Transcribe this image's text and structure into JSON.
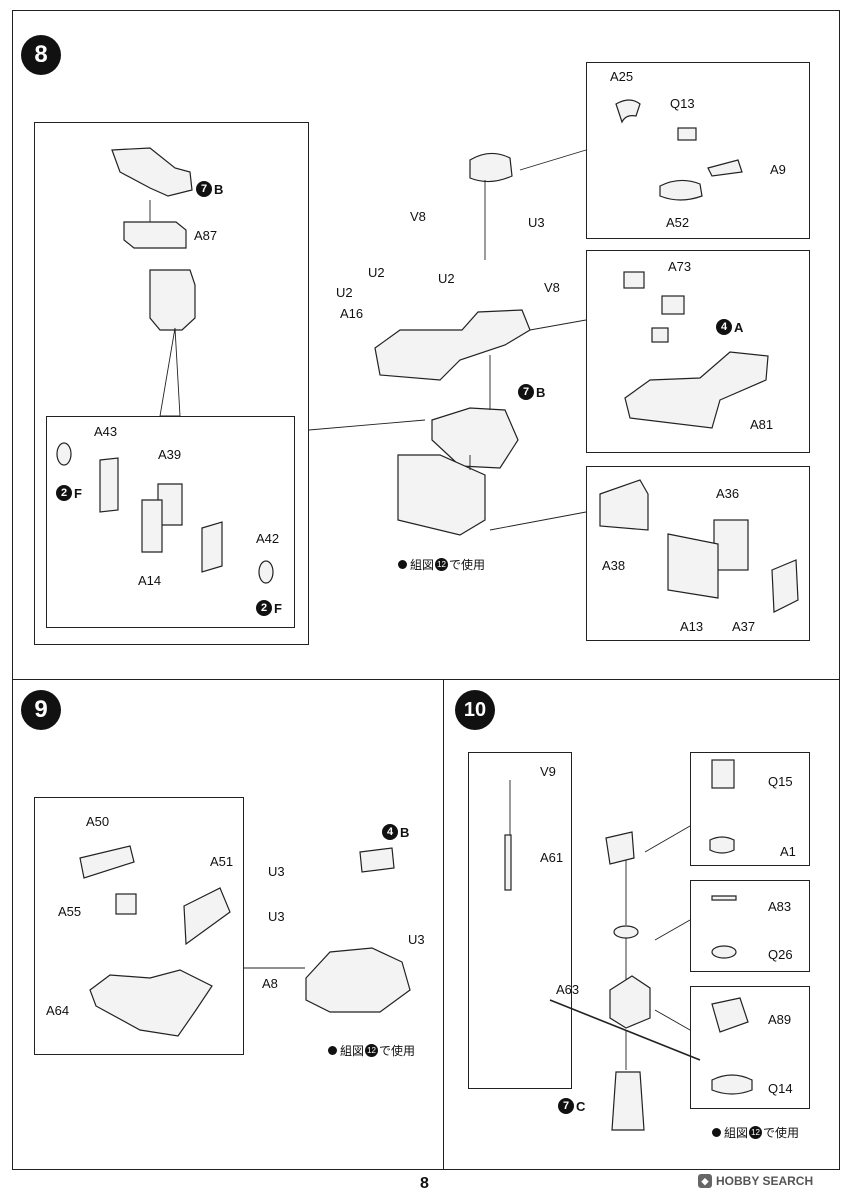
{
  "page": {
    "number": "8",
    "watermark": "HOBBY SEARCH",
    "watermark_icon": "hobby-search-logo-icon"
  },
  "step8": {
    "number": "8",
    "left_labels": {
      "a87": "A87",
      "a43": "A43",
      "a39": "A39",
      "a42": "A42",
      "a14": "A14"
    },
    "refs": {
      "r7b_left": {
        "num": "7",
        "letter": "B"
      },
      "r2f_top": {
        "num": "2",
        "letter": "F"
      },
      "r2f_bottom": {
        "num": "2",
        "letter": "F"
      }
    },
    "center_labels": {
      "v8a": "V8",
      "u3": "U3",
      "u2a": "U2",
      "u2b": "U2",
      "u2c": "U2",
      "v8b": "V8",
      "a16": "A16"
    },
    "center_ref": {
      "num": "7",
      "letter": "B"
    },
    "note": {
      "prefix": "組図",
      "step": "12",
      "suffix": "で使用"
    },
    "top_right": {
      "a25": "A25",
      "q13": "Q13",
      "a9": "A9",
      "a52": "A52"
    },
    "mid_right": {
      "a73": "A73",
      "a81": "A81",
      "ref": {
        "num": "4",
        "letter": "A"
      }
    },
    "bottom_right": {
      "a36": "A36",
      "a38": "A38",
      "a13": "A13",
      "a37": "A37"
    }
  },
  "step9": {
    "number": "9",
    "labels": {
      "a50": "A50",
      "a51": "A51",
      "a55": "A55",
      "a64": "A64",
      "u3a": "U3",
      "u3b": "U3",
      "u3c": "U3",
      "a8": "A8"
    },
    "ref": {
      "num": "4",
      "letter": "B"
    },
    "note": {
      "prefix": "組図",
      "step": "12",
      "suffix": "で使用"
    }
  },
  "step10": {
    "number": "10",
    "labels": {
      "v9": "V9",
      "a61": "A61",
      "a63": "A63",
      "q15": "Q15",
      "a1": "A1",
      "a83": "A83",
      "q26": "Q26",
      "a89": "A89",
      "q14": "Q14"
    },
    "ref": {
      "num": "7",
      "letter": "C"
    },
    "note": {
      "prefix": "組図",
      "step": "12",
      "suffix": "で使用"
    }
  }
}
